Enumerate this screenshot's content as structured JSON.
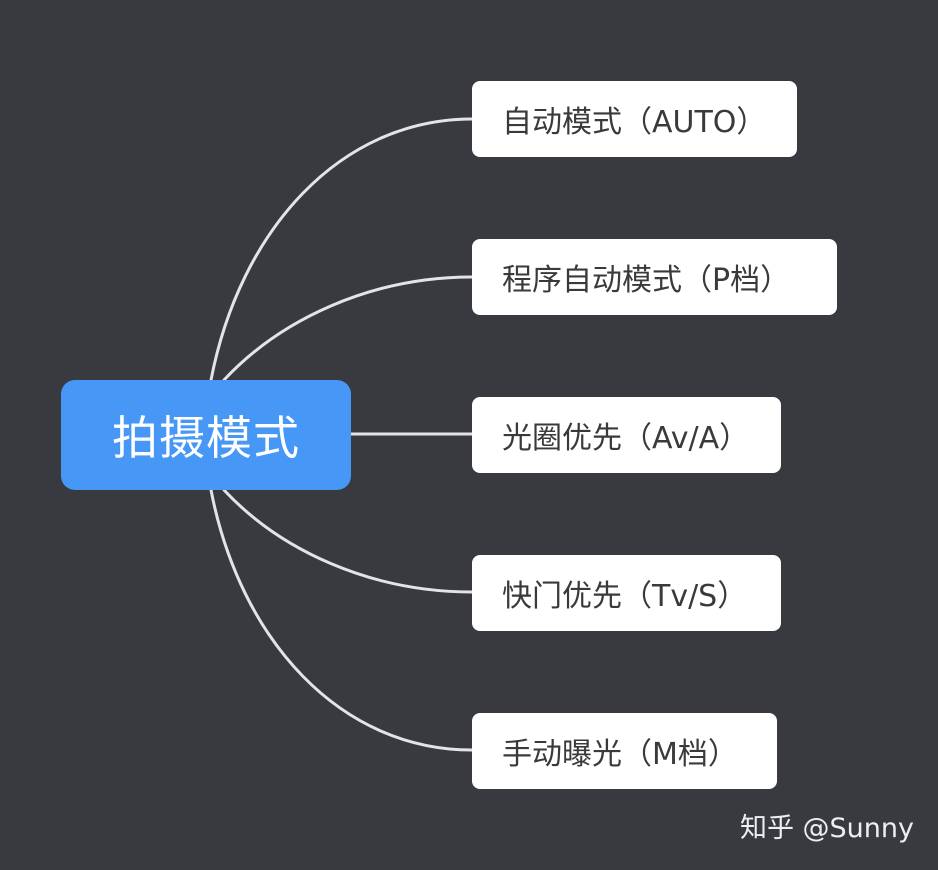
{
  "diagram": {
    "root": {
      "label": "拍摄模式"
    },
    "children": [
      {
        "label": "自动模式（AUTO）"
      },
      {
        "label": "程序自动模式（P档）"
      },
      {
        "label": "光圈优先（Av/A）"
      },
      {
        "label": "快门优先（Tv/S）"
      },
      {
        "label": "手动曝光（M档）"
      }
    ]
  },
  "watermark": {
    "text": "知乎 @Sunny"
  },
  "colors": {
    "background": "#383a40",
    "root_fill": "#4797f7",
    "node_fill": "#ffffff",
    "connector": "#e4e4e4",
    "node_text": "#3a3a3a"
  }
}
